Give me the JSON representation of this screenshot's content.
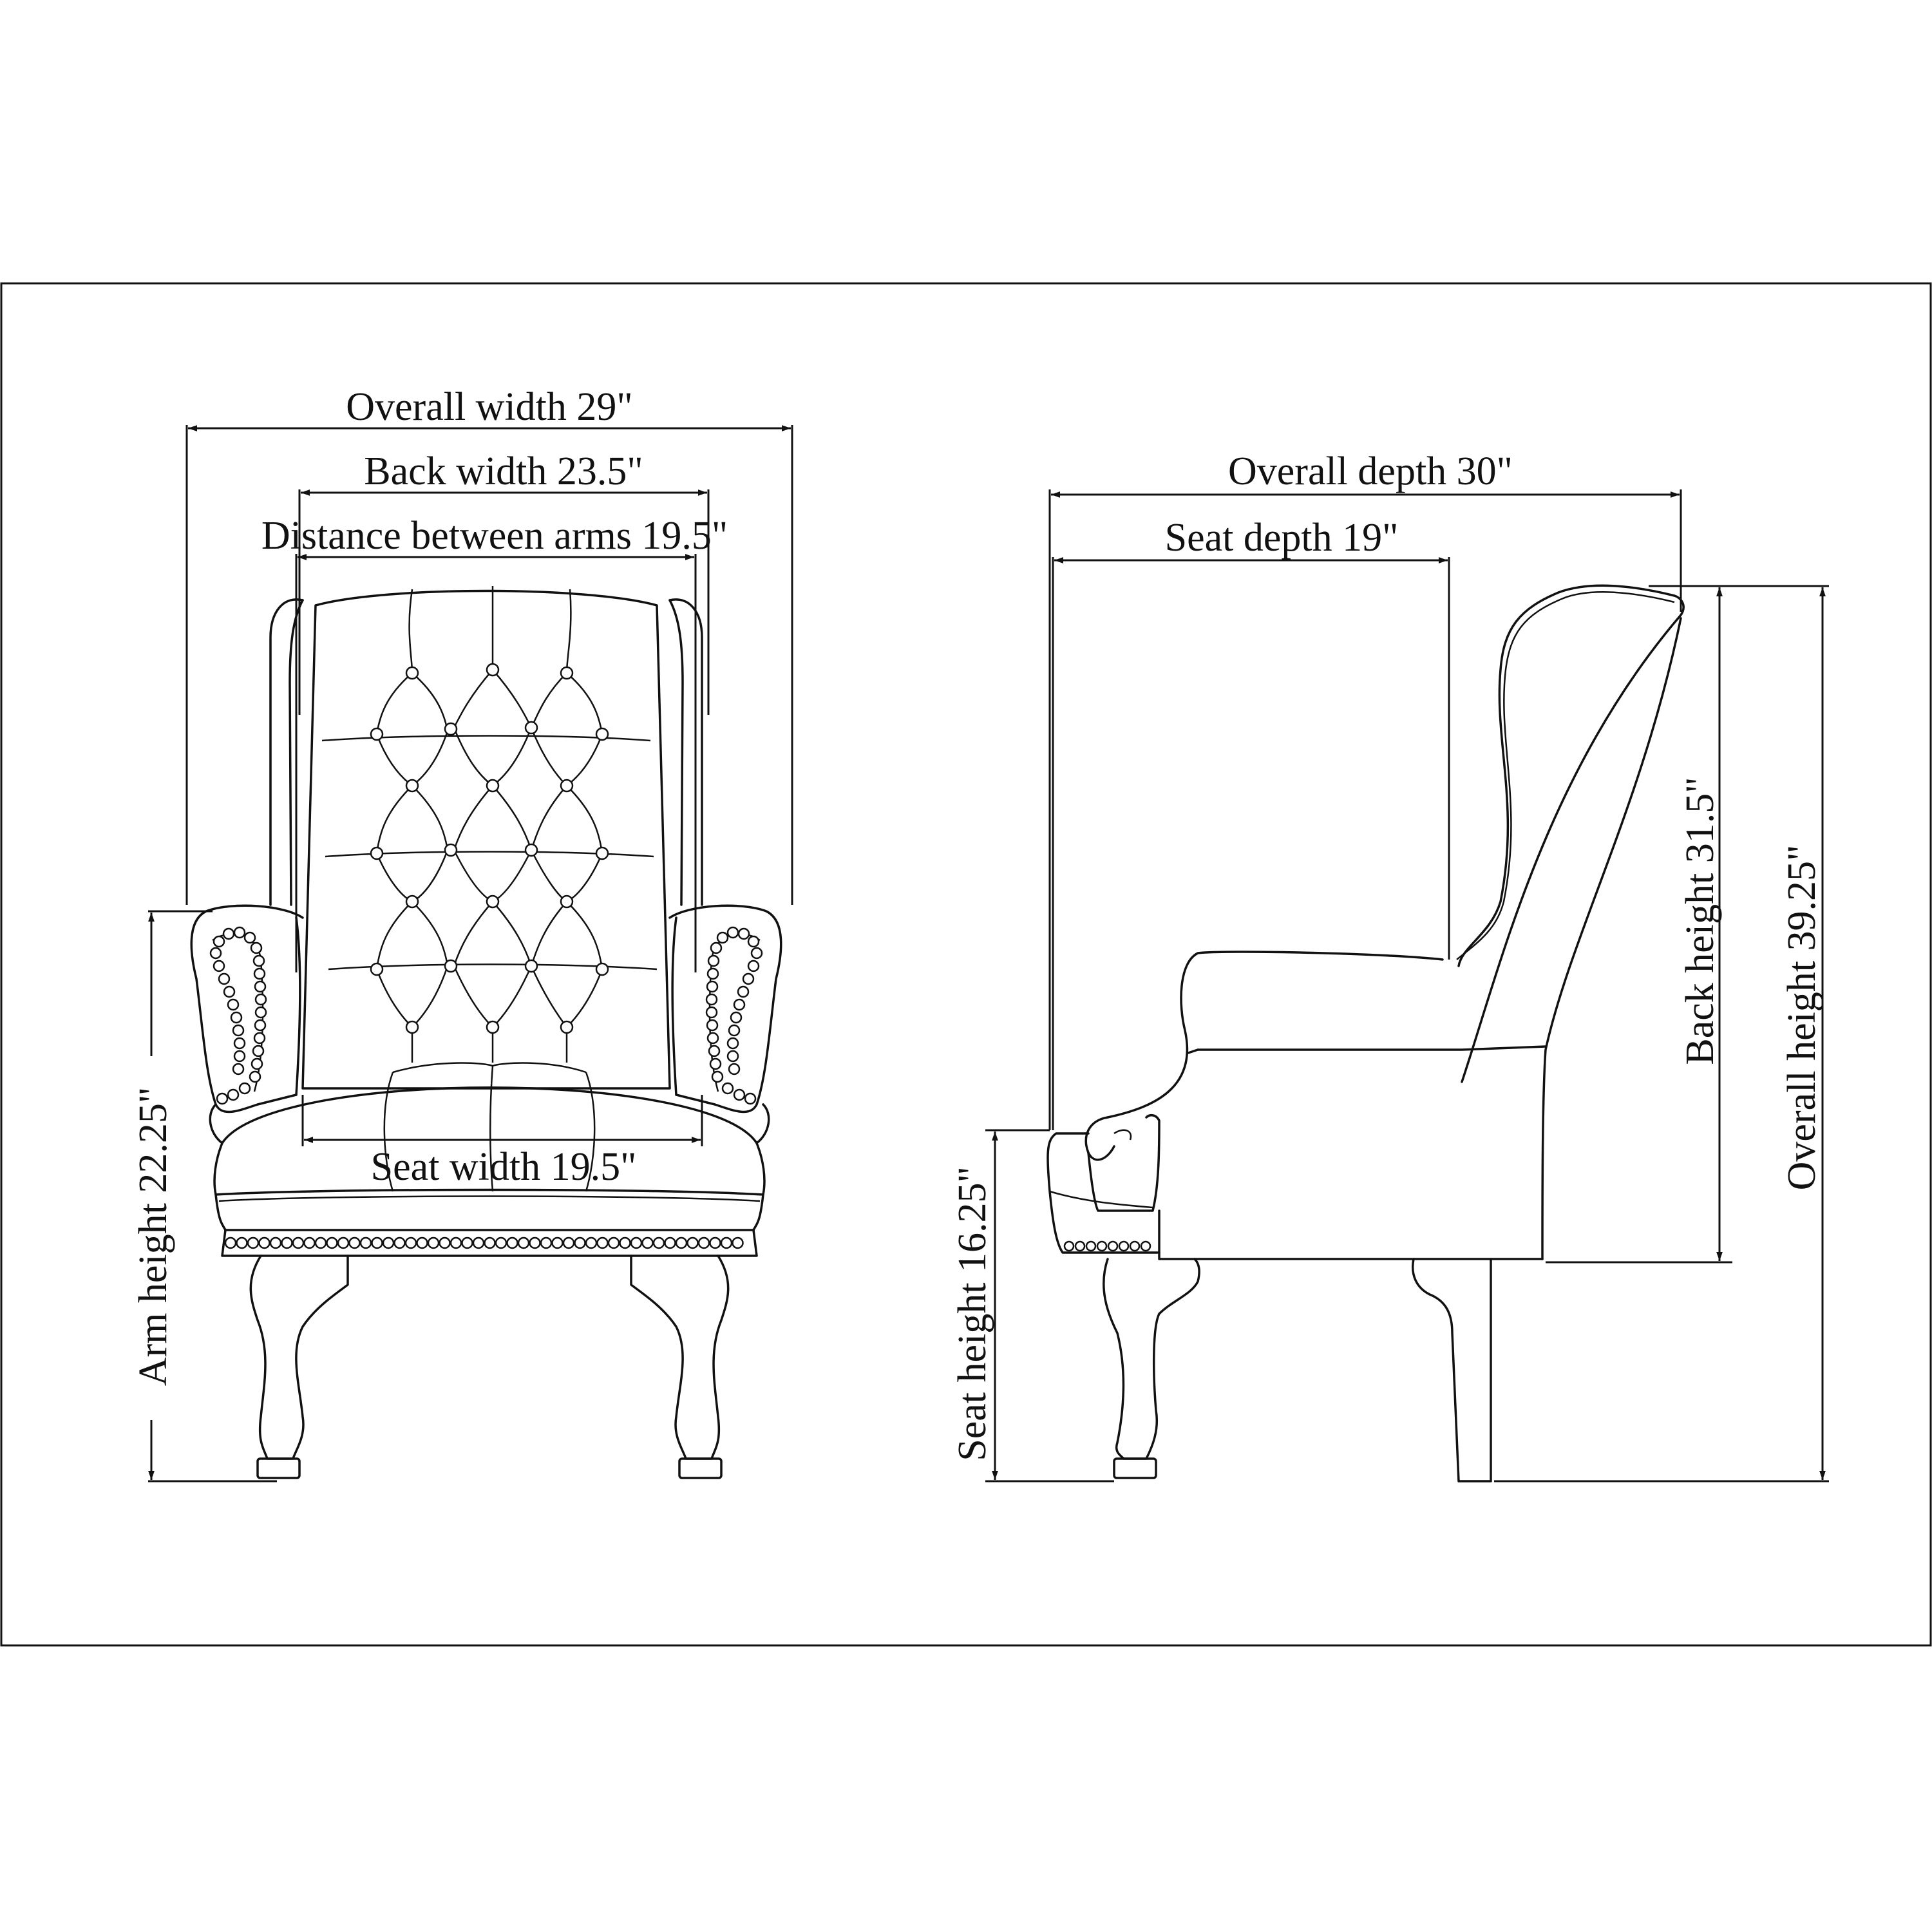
{
  "front_view": {
    "overall_width": "Overall width 29\"",
    "back_width": "Back width 23.5\"",
    "distance_between_arms": "Distance between arms 19.5\"",
    "seat_width": "Seat width 19.5\"",
    "arm_height": "Arm height 22.25\""
  },
  "side_view": {
    "overall_depth": "Overall depth 30\"",
    "seat_depth": "Seat depth 19\"",
    "back_height": "Back height 31.5\"",
    "overall_height": "Overall height 39.25\"",
    "seat_height": "Seat height 16.25\""
  },
  "colors": {
    "line": "#111111",
    "background": "#ffffff"
  }
}
